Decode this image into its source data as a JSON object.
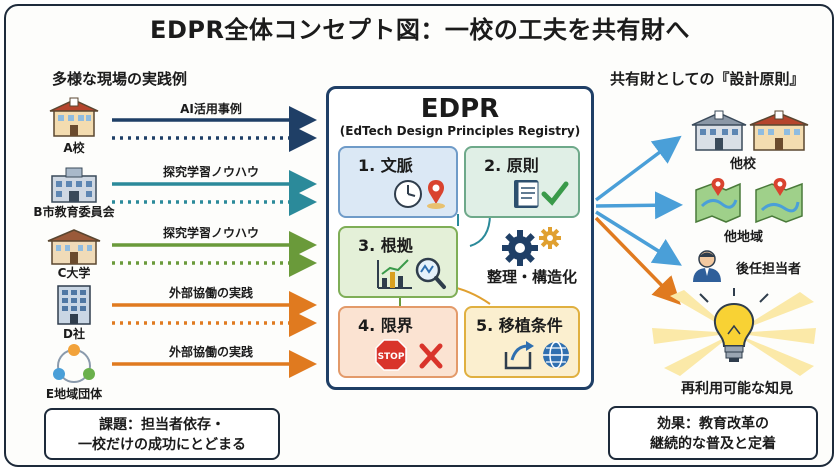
{
  "title": "EDPR全体コンセプト図：一校の工夫を共有財へ",
  "left_heading": "多様な現場の実践例",
  "right_heading": "共有財としての『設計原則』",
  "sources": [
    {
      "label": "A校",
      "arrow_label": "AI活用事例"
    },
    {
      "label": "B市教育委員会",
      "arrow_label": "探究学習ノウハウ"
    },
    {
      "label": "C大学",
      "arrow_label": "探究学習ノウハウ"
    },
    {
      "label": "D社",
      "arrow_label": "外部協働の実践"
    },
    {
      "label": "E地域団体",
      "arrow_label": "外部協働の実践"
    }
  ],
  "problem_note": {
    "line1": "課題：担当者依存・",
    "line2": "一校だけの成功にとどまる"
  },
  "edpr": {
    "title": "EDPR",
    "subtitle": "(EdTech Design Principles Registry)",
    "parts": {
      "context": "1. 文脈",
      "principle": "2. 原則",
      "evidence": "3. 根拠",
      "limits": "4. 限界",
      "transfer": "5. 移植条件"
    },
    "process_label": "整理・構造化"
  },
  "destinations": {
    "schools": "他校",
    "regions": "他地域",
    "successor": "後任担当者",
    "knowledge": "再利用可能な知見"
  },
  "effect_note": {
    "line1": "効果：教育改革の",
    "line2": "継続的な普及と定着"
  },
  "colors": {
    "navy": "#1f3f66",
    "teal": "#2b8a9a",
    "green": "#6a9a3a",
    "orange": "#e07a1f",
    "blue_arrow": "#4a9fd8",
    "box1": "#dbe8f5",
    "box2": "#e0efe6",
    "box3": "#e4f0d8",
    "box4": "#fbe3d2",
    "box5": "#fbefcf"
  }
}
